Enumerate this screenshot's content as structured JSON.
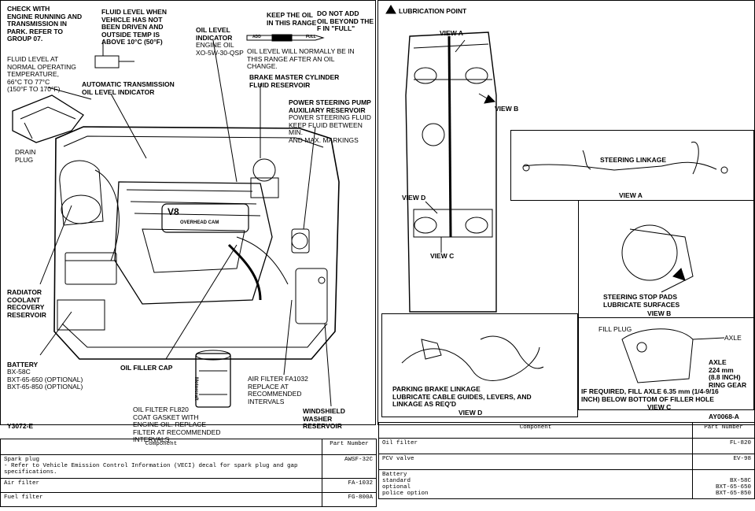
{
  "left": {
    "labels": {
      "check_engine": "CHECK WITH\nENGINE RUNNING AND\nTRANSMISSION IN\nPARK. REFER TO\nGROUP 07.",
      "fluid_hot": "FLUID LEVEL WHEN\nVEHICLE HAS NOT\nBEEN DRIVEN AND\nOUTSIDE TEMP IS\nABOVE 10°C (50°F)",
      "keep_oil": "KEEP THE OIL\nIN THIS RANGE",
      "do_not_add": "DO NOT ADD\nOIL BEYOND THE\nF IN \"FULL\"",
      "add": "ADD",
      "full": "FULL",
      "oil_level_indicator": "OIL LEVEL\nINDICATOR",
      "engine_oil": "ENGINE OIL\nXO-5W-30-QSP",
      "oil_normal": "OIL LEVEL WILL NORMALLY BE IN\nTHIS RANGE AFTER AN OIL\nCHANGE.",
      "fluid_normal": "FLUID LEVEL AT\nNORMAL OPERATING\nTEMPERATURE,\n66°C TO 77°C\n(150°F TO 170°F)",
      "auto_trans": "AUTOMATIC TRANSMISSION\nOIL LEVEL INDICATOR",
      "brake_master": "BRAKE MASTER CYLINDER\nFLUID RESERVOIR",
      "ps_pump": "POWER STEERING PUMP\nAUXILIARY RESERVOIR",
      "ps_fluid": "POWER STEERING FLUID\nKEEP FLUID BETWEEN MIN.\nAND MAX. MARKINGS",
      "drain_plug": "DRAIN\nPLUG",
      "radiator": "RADIATOR\nCOOLANT\nRECOVERY\nRESERVOIR",
      "battery": "BATTERY",
      "battery_sub": "BX-58C\nBXT-65-650 (OPTIONAL)\nBXT-65-850 (OPTIONAL)",
      "oil_filler": "OIL FILLER CAP",
      "air_filter": "AIR FILTER FA1032\nREPLACE AT\nRECOMMENDED\nINTERVALS",
      "oil_filter": "OIL FILTER FL820\nCOAT GASKET WITH\nENGINE OIL. REPLACE\nFILTER AT RECOMMENDED\nINTERVALS.",
      "washer": "WINDSHIELD WASHER\nRESERVOIR",
      "fig_id": "Y3072-E",
      "filter_brand": "Motorcraft",
      "engine_badge": "V8",
      "engine_cover": "OVERHEAD CAM"
    }
  },
  "right": {
    "labels": {
      "lub_point": "LUBRICATION POINT",
      "view_a_top": "VIEW A",
      "view_b_side": "VIEW B",
      "view_d_side": "VIEW D",
      "view_c_side": "VIEW C",
      "steering_linkage": "STEERING LINKAGE",
      "view_a": "VIEW A",
      "stop_pads": "STEERING STOP PADS\nLUBRICATE SURFACES",
      "view_b": "VIEW B",
      "parking_brake": "PARKING BRAKE LINKAGE\nLUBRICATE CABLE GUIDES, LEVERS, AND\nLINKAGE AS REQ'D",
      "view_d": "VIEW D",
      "fill_plug": "FILL PLUG",
      "axle_label": "AXLE",
      "axle_spec": "AXLE\n224 mm\n(8.8 INCH)\nRING GEAR",
      "if_required": "IF REQUIRED, FILL AXLE 6.35 mm (1/4-9/16\nINCH) BELOW BOTTOM OF FILLER HOLE",
      "view_c": "VIEW C",
      "fig_id": "AY0068-A"
    }
  },
  "table_left": {
    "headers": [
      "Component",
      "Part Number"
    ],
    "rows": [
      {
        "component": "Spark plug\n- Refer to Vehicle Emission Control Information (VECI) decal for spark plug and gap specifications.",
        "part": "AWSF-32C"
      },
      {
        "component": "Air filter",
        "part": "FA-1032"
      },
      {
        "component": "Fuel filter",
        "part": "FG-800A"
      }
    ]
  },
  "table_right": {
    "headers": [
      "Component",
      "Part Number"
    ],
    "rows": [
      {
        "component": "Oil filter",
        "part": "FL-820"
      },
      {
        "component": "PCV valve",
        "part": "EV-98"
      },
      {
        "component": "Battery\n  standard\n  optional\n  police option",
        "part": "\nBX-58C\nBXT-65-650\nBXT-65-850"
      }
    ]
  }
}
